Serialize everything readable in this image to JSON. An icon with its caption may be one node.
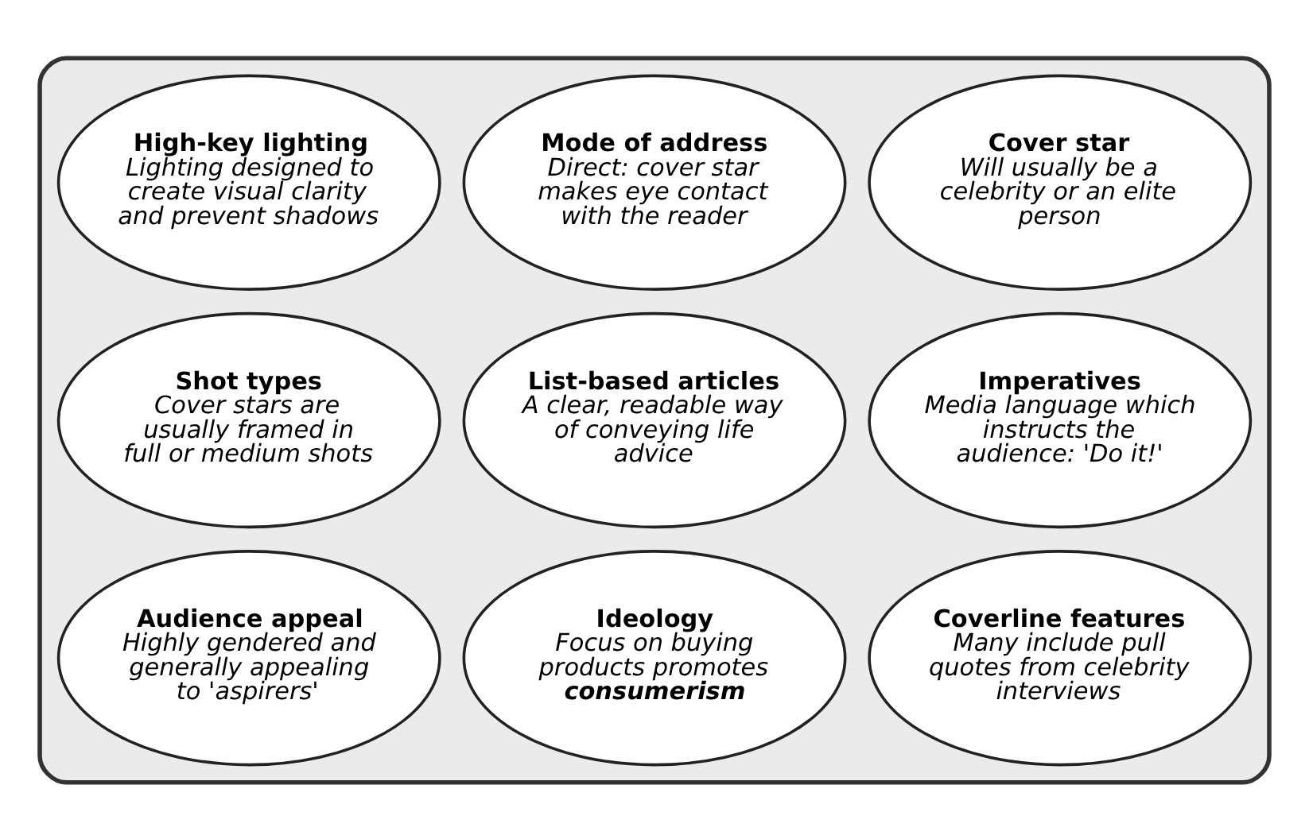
{
  "diagram": {
    "nodes": [
      {
        "text": [],
        "shape": "box"
      },
      {
        "text": [
          "High-key lighting",
          "Lighting designed to create visual clarity and prevent shadows"
        ],
        "in": 0
      },
      {
        "text": [
          "Mode of address",
          "Direct: cover star makes eye contact with the reader"
        ],
        "in": 0
      },
      {
        "text": [
          "Cover star",
          "Will usually be a celebrity or an elite person"
        ],
        "in": 0
      },
      {
        "text": [
          "Shot types",
          "Cover stars are usually framed in full or medium shots"
        ],
        "in": 0
      },
      {
        "text": [
          "List-based articles",
          "A clear, readable way of conveying life advice"
        ],
        "in": 0
      },
      {
        "text": [
          "Imperatives",
          "Media language which instructs the audience: 'Do it!'"
        ],
        "in": 0
      },
      {
        "text": [
          "Audience appeal",
          "Highly gendered and generally appealing to 'aspirers'"
        ],
        "in": 0
      },
      {
        "text": [
          "Ideology",
          "Focus on buying products promotes **consumerism**"
        ],
        "in": 0
      },
      {
        "text": [
          "Coverline features",
          "Many include pull quotes from celebrity interviews"
        ],
        "in": 0
      }
    ]
  }
}
